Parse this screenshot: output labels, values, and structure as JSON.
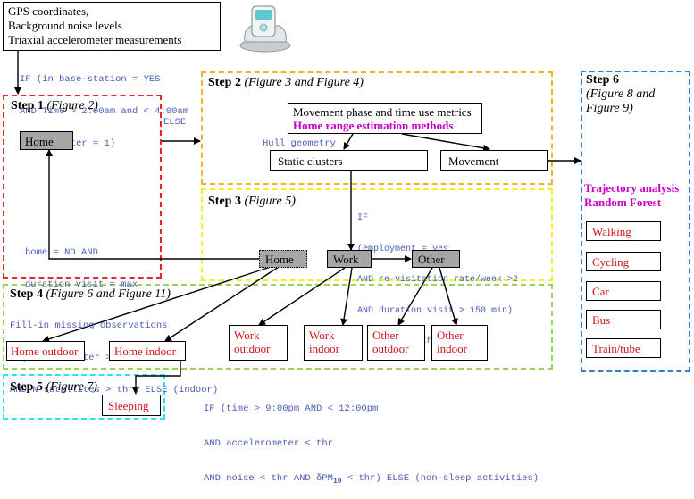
{
  "input_box": {
    "lines": [
      "GPS coordinates,",
      "Background noise levels",
      "Triaxial accelerometer measurements"
    ]
  },
  "conditions": {
    "home_detection": [
      "IF (in base-station = YES",
      "AND Time > 2:00am and < 4:00am",
      "AND Ncluster = 1)"
    ],
    "else_label": "ELSE",
    "hull_geometry": "Hull geometry",
    "home_return": [
      "home = NO AND",
      "duration visit = max"
    ],
    "work_detection": [
      "IF",
      "(employment = yes",
      "AND re-visitation rate/week >2",
      "AND duration visit > 150 min)",
      "     ELSE (other)"
    ],
    "fill_in": [
      "Fill-in missing observations",
      "IF(accelerometer > thr",
      "AND N satellites > thr) ELSE (indoor)"
    ],
    "sleep": [
      "IF (time > 9:00pm AND < 12:00pm",
      "AND accelerometer < thr"
    ],
    "sleep_last_prefix": "AND noise < thr AND δPM",
    "sleep_last_sub": "10",
    "sleep_last_suffix": " < thr) ELSE (non-sleep activities)"
  },
  "steps": {
    "step1": {
      "label": "Step 1",
      "ref": "(Figure 2)"
    },
    "step2": {
      "label": "Step 2",
      "ref": "(Figure 3 and Figure 4)"
    },
    "step3": {
      "label": "Step 3",
      "ref": "(Figure 5)"
    },
    "step4": {
      "label": "Step 4",
      "ref": "(Figure 6 and  Figure 11)"
    },
    "step5": {
      "label": "Step 5",
      "ref": "(Figure 7)"
    },
    "step6": {
      "label": "Step 6",
      "ref_line1": "(Figure 8 and",
      "ref_line2": "Figure 9)"
    }
  },
  "nodes": {
    "home_step1": "Home",
    "movement_metrics": "Movement phase and time use metrics",
    "home_range": "Home range estimation methods",
    "static_clusters": "Static clusters",
    "movement": "Movement",
    "home": "Home",
    "work": "Work",
    "other": "Other",
    "work_outdoor": [
      "Work",
      "outdoor"
    ],
    "work_indoor": [
      "Work",
      "indoor"
    ],
    "other_outdoor": [
      "Other",
      "outdoor"
    ],
    "other_indoor": [
      "Other",
      "indoor"
    ],
    "home_outdoor": "Home outdoor",
    "home_indoor": "Home indoor",
    "sleeping": "Sleeping"
  },
  "step6_methods": [
    "Trajectory analysis",
    "Random Forest"
  ],
  "modes": [
    "Walking",
    "Cycling",
    "Car",
    "Bus",
    "Train/tube"
  ],
  "colors": {
    "step1": "#e8262b",
    "step2": "#f5b324",
    "step3": "#f4f21e",
    "step4": "#9bd25a",
    "step5": "#2fe1f0",
    "step6": "#2d7fd8",
    "condition_text": "#4a5bb5",
    "node_text": "#d0121b",
    "highlight": "#c800c8"
  },
  "icons": [
    "gps-device-icon"
  ]
}
